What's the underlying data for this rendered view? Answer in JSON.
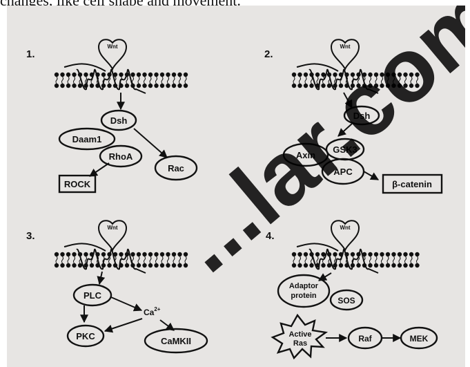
{
  "caption": "changes, like cell shape and movement.",
  "watermark": "...lar.com",
  "panels": [
    {
      "number": "1.",
      "wnt": "Wnt"
    },
    {
      "number": "2.",
      "wnt": "Wnt"
    },
    {
      "number": "3.",
      "wnt": "Wnt"
    },
    {
      "number": "4.",
      "wnt": "Wnt"
    }
  ],
  "nodes": {
    "p1_dsh": "Dsh",
    "p1_daam1": "Daam1",
    "p1_rhoa": "RhoA",
    "p1_rac": "Rac",
    "p1_rock": "ROCK",
    "p2_dsh": "Dsh",
    "p2_axin": "Axin",
    "p2_gsk3": "GSK3",
    "p2_apc": "APC",
    "p2_bcatenin": "β-catenin",
    "p3_plc": "PLC",
    "p3_ca": "Ca",
    "p3_ca_sup": "2+",
    "p3_pkc": "PKC",
    "p3_camkii": "CaMKII",
    "p4_adaptor_line1": "Adaptor",
    "p4_adaptor_line2": "protein",
    "p4_sos": "SOS",
    "p4_active_line1": "Active",
    "p4_active_line2": "Ras",
    "p4_raf": "Raf",
    "p4_mek": "MEK"
  }
}
